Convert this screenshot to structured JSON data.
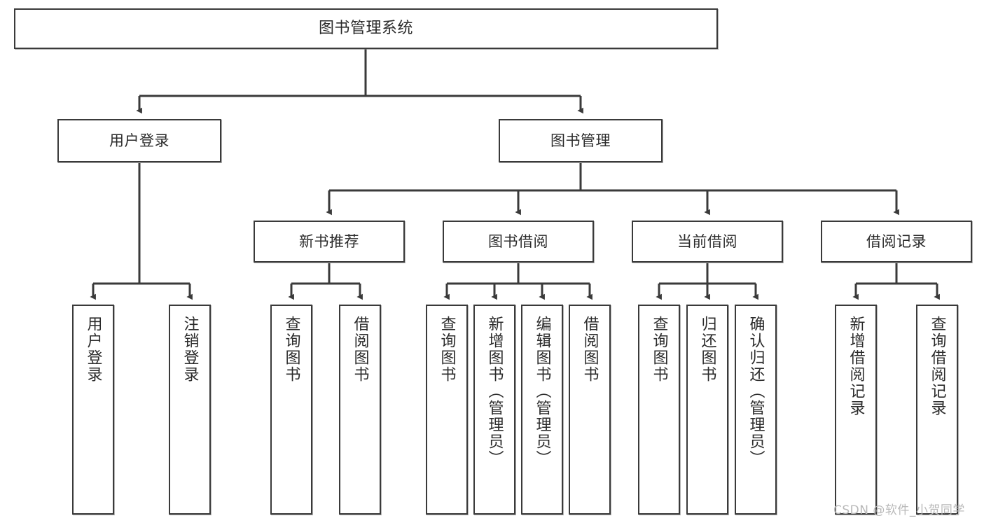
{
  "diagram": {
    "title": "图书管理系统",
    "type": "tree-hierarchy",
    "colors": {
      "border": "#3a3a3a",
      "fill": "#ffffff",
      "text": "#2b2b2b",
      "edge": "#3a3a3a",
      "watermark": "#b9b9b9"
    },
    "nodes": {
      "root": {
        "label": "图书管理系统"
      },
      "level2": [
        {
          "id": "user-login",
          "label": "用户登录"
        },
        {
          "id": "book-management",
          "label": "图书管理"
        }
      ],
      "level3": [
        {
          "id": "new-book-recommend",
          "label": "新书推荐"
        },
        {
          "id": "book-borrow",
          "label": "图书借阅"
        },
        {
          "id": "current-borrow",
          "label": "当前借阅"
        },
        {
          "id": "borrow-record",
          "label": "借阅记录"
        }
      ],
      "leaves": {
        "user-login": [
          {
            "id": "leaf-user-login",
            "label": "用户登录"
          },
          {
            "id": "leaf-logout-login",
            "label": "注销登录"
          }
        ],
        "new-book-recommend": [
          {
            "id": "leaf-query-book-1",
            "label": "查询图书"
          },
          {
            "id": "leaf-borrow-book-1",
            "label": "借阅图书"
          }
        ],
        "book-borrow": [
          {
            "id": "leaf-query-book-2",
            "label": "查询图书"
          },
          {
            "id": "leaf-add-book",
            "label": "新增图书（管理员）"
          },
          {
            "id": "leaf-edit-book",
            "label": "编辑图书（管理员）"
          },
          {
            "id": "leaf-borrow-book-2",
            "label": "借阅图书"
          }
        ],
        "current-borrow": [
          {
            "id": "leaf-query-book-3",
            "label": "查询图书"
          },
          {
            "id": "leaf-return-book",
            "label": "归还图书"
          },
          {
            "id": "leaf-confirm-return",
            "label": "确认归还（管理员）"
          }
        ],
        "borrow-record": [
          {
            "id": "leaf-add-record",
            "label": "新增借阅记录"
          },
          {
            "id": "leaf-query-record",
            "label": "查询借阅记录"
          }
        ]
      }
    },
    "watermark": "CSDN @软件_小贺同学"
  }
}
